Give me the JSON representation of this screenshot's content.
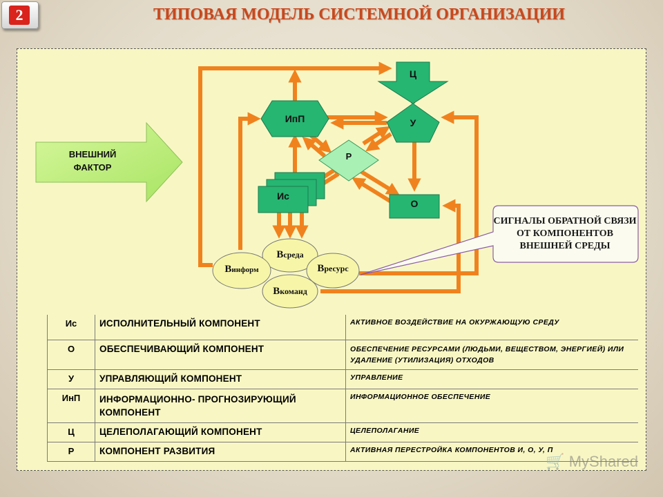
{
  "slide_number": "2",
  "title": "ТИПОВАЯ МОДЕЛЬ СИСТЕМНОЙ ОРГАНИЗАЦИИ",
  "diagram": {
    "external_factor": [
      "ВНЕШНИЙ",
      "ФАКТОР"
    ],
    "nodes": {
      "c": "Ц",
      "inp": "ИпП",
      "u": "У",
      "r": "Р",
      "is": "Ис",
      "o": "О"
    },
    "environment": {
      "sreda": {
        "b": "В",
        "sub": "среда"
      },
      "inform": {
        "b": "В",
        "sub": "информ"
      },
      "resurs": {
        "b": "В",
        "sub": "ресурс"
      },
      "komand": {
        "b": "В",
        "sub": "команд"
      }
    },
    "callout": "СИГНАЛЫ ОБРАТНОЙ СВЯЗИ ОТ КОМПОНЕНТОВ ВНЕШНЕЙ СРЕДЫ"
  },
  "legend": [
    {
      "code": "Ис",
      "name": "ИСПОЛНИТЕЛЬНЫЙ КОМПОНЕНТ",
      "desc": "АКТИВНОЕ ВОЗДЕЙСТВИЕ НА ОКУРЖАЮЩУЮ СРЕДУ"
    },
    {
      "code": "О",
      "name": "ОБЕСПЕЧИВАЮЩИЙ КОМПОНЕНТ",
      "desc": "ОБЕСПЕЧЕНИЕ РЕСУРСАМИ (ЛЮДЬМИ, ВЕЩЕСТВОМ, ЭНЕРГИЕЙ) ИЛИ УДАЛЕНИЕ (УТИЛИЗАЦИЯ) ОТХОДОВ"
    },
    {
      "code": "У",
      "name": "УПРАВЛЯЮЩИЙ КОМПОНЕНТ",
      "desc": "УПРАВЛЕНИЕ"
    },
    {
      "code": "ИнП",
      "name": "ИНФОРМАЦИОННО- ПРОГНОЗИРУЮЩИЙ КОМПОНЕНТ",
      "desc": "ИНФОРМАЦИОННОЕ ОБЕСПЕЧЕНИЕ"
    },
    {
      "code": "Ц",
      "name": "ЦЕЛЕПОЛАГАЮЩИЙ КОМПОНЕНТ",
      "desc": "ЦЕЛЕПОЛАГАНИЕ"
    },
    {
      "code": "Р",
      "name": "КОМПОНЕНТ РАЗВИТИЯ",
      "desc": "АКТИВНАЯ ПЕРЕСТРОЙКА КОМПОНЕНТОВ И, О, У, П"
    }
  ],
  "watermark": "MyShared",
  "colors": {
    "title": "#c8481e",
    "arrow": "#f0821e",
    "node_fill": "#27b572",
    "node_light": "#a9f0b5",
    "env_fill": "#f7f6a8",
    "external_factor_fill": "#c6f088",
    "panel": "#f8f7c4"
  }
}
